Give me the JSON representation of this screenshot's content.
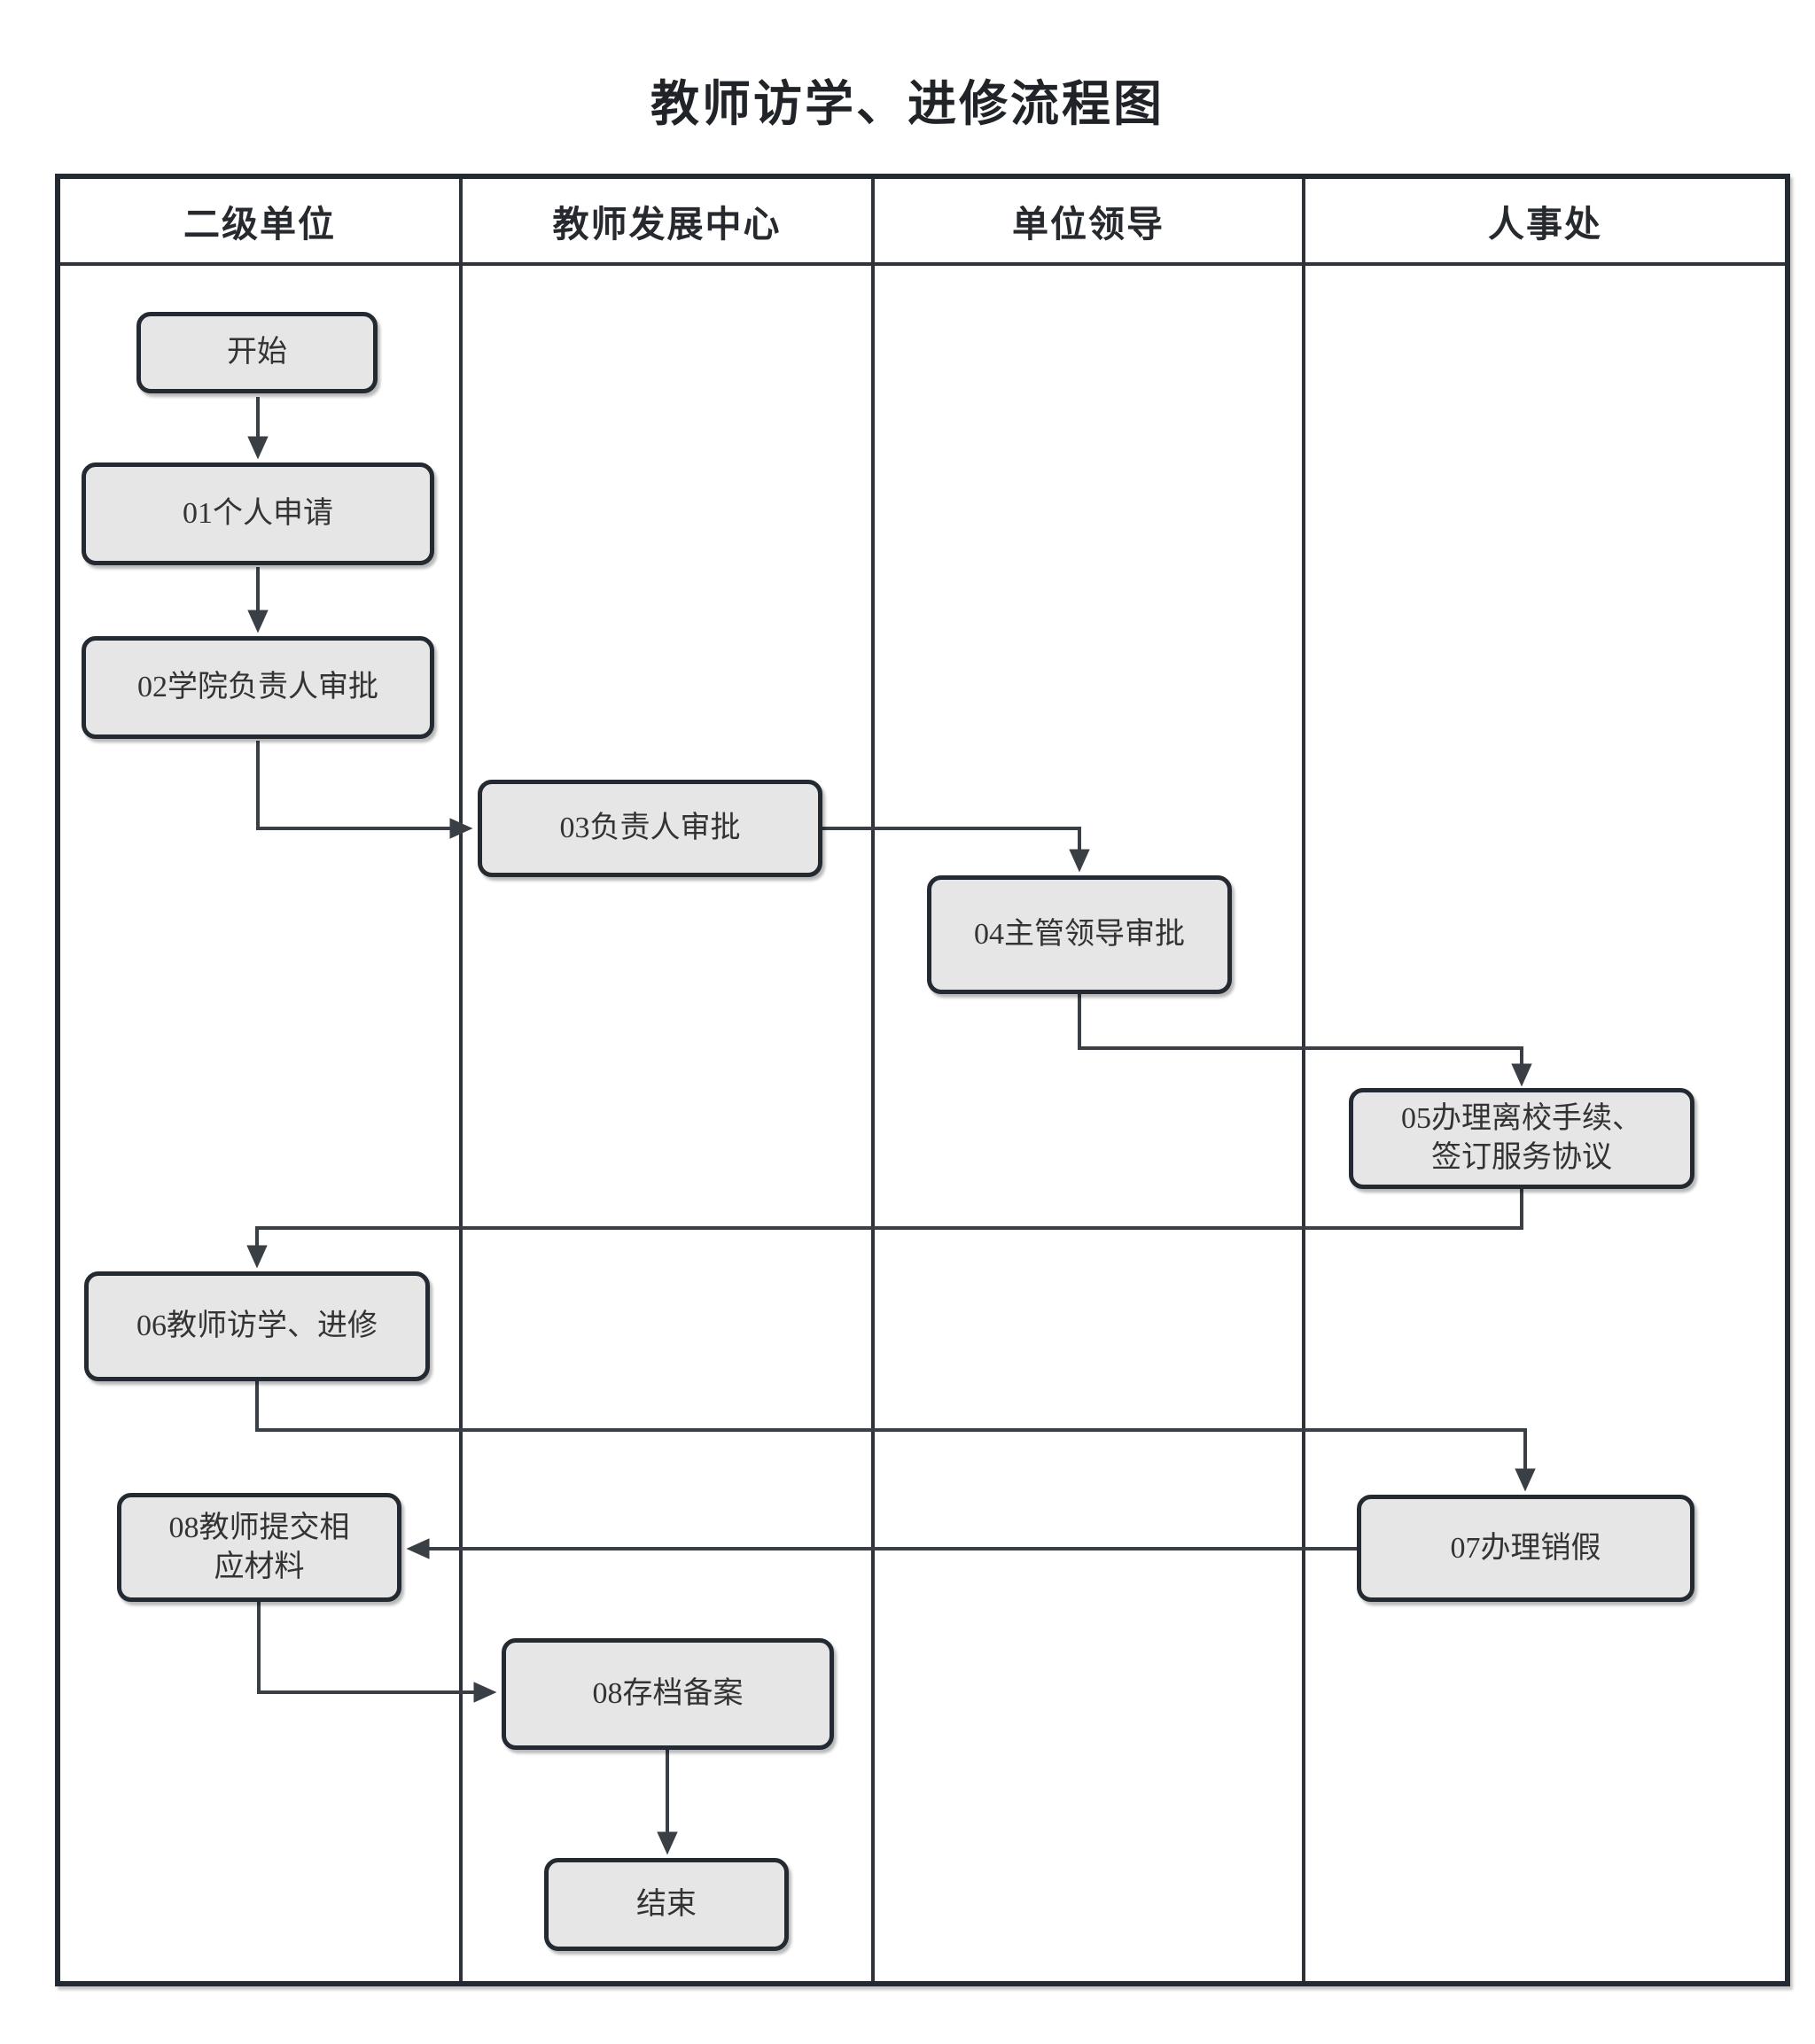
{
  "title": "教师访学、进修流程图",
  "lanes": [
    {
      "id": "secondary-unit",
      "label": "二级单位"
    },
    {
      "id": "teacher-development-center",
      "label": "教师发展中心"
    },
    {
      "id": "unit-leadership",
      "label": "单位领导"
    },
    {
      "id": "personnel-office",
      "label": "人事处"
    }
  ],
  "nodes": {
    "start": {
      "label": "开始",
      "lane": "二级单位",
      "type": "terminator"
    },
    "n01": {
      "label": "01个人申请",
      "lane": "二级单位",
      "type": "process"
    },
    "n02": {
      "label": "02学院负责人审批",
      "lane": "二级单位",
      "type": "process"
    },
    "n03": {
      "label": "03负责人审批",
      "lane": "教师发展中心",
      "type": "process"
    },
    "n04": {
      "label": "04主管领导审批",
      "lane": "单位领导",
      "type": "process"
    },
    "n05": {
      "label": "05办理离校手续、\n签订服务协议",
      "lane": "人事处",
      "type": "process"
    },
    "n06": {
      "label": "06教师访学、进修",
      "lane": "二级单位",
      "type": "process"
    },
    "n07": {
      "label": "07办理销假",
      "lane": "人事处",
      "type": "process"
    },
    "n08a": {
      "label": "08教师提交相\n应材料",
      "lane": "二级单位",
      "type": "process"
    },
    "n08b": {
      "label": "08存档备案",
      "lane": "教师发展中心",
      "type": "process"
    },
    "end": {
      "label": "结束",
      "lane": "教师发展中心",
      "type": "terminator"
    }
  },
  "edges": [
    {
      "from": "start",
      "to": "n01"
    },
    {
      "from": "n01",
      "to": "n02"
    },
    {
      "from": "n02",
      "to": "n03"
    },
    {
      "from": "n03",
      "to": "n04"
    },
    {
      "from": "n04",
      "to": "n05"
    },
    {
      "from": "n05",
      "to": "n06"
    },
    {
      "from": "n06",
      "to": "n07"
    },
    {
      "from": "n07",
      "to": "n08a"
    },
    {
      "from": "n08a",
      "to": "n08b"
    },
    {
      "from": "n08b",
      "to": "end"
    }
  ],
  "colors": {
    "bg": "#ffffff",
    "node-fill": "#e6e6e6",
    "node-border": "#232a31",
    "edge": "#3a3f45",
    "lane-line": "#2d3339",
    "table-border": "#232a31",
    "text": "#333333",
    "title-color": "#202428"
  }
}
